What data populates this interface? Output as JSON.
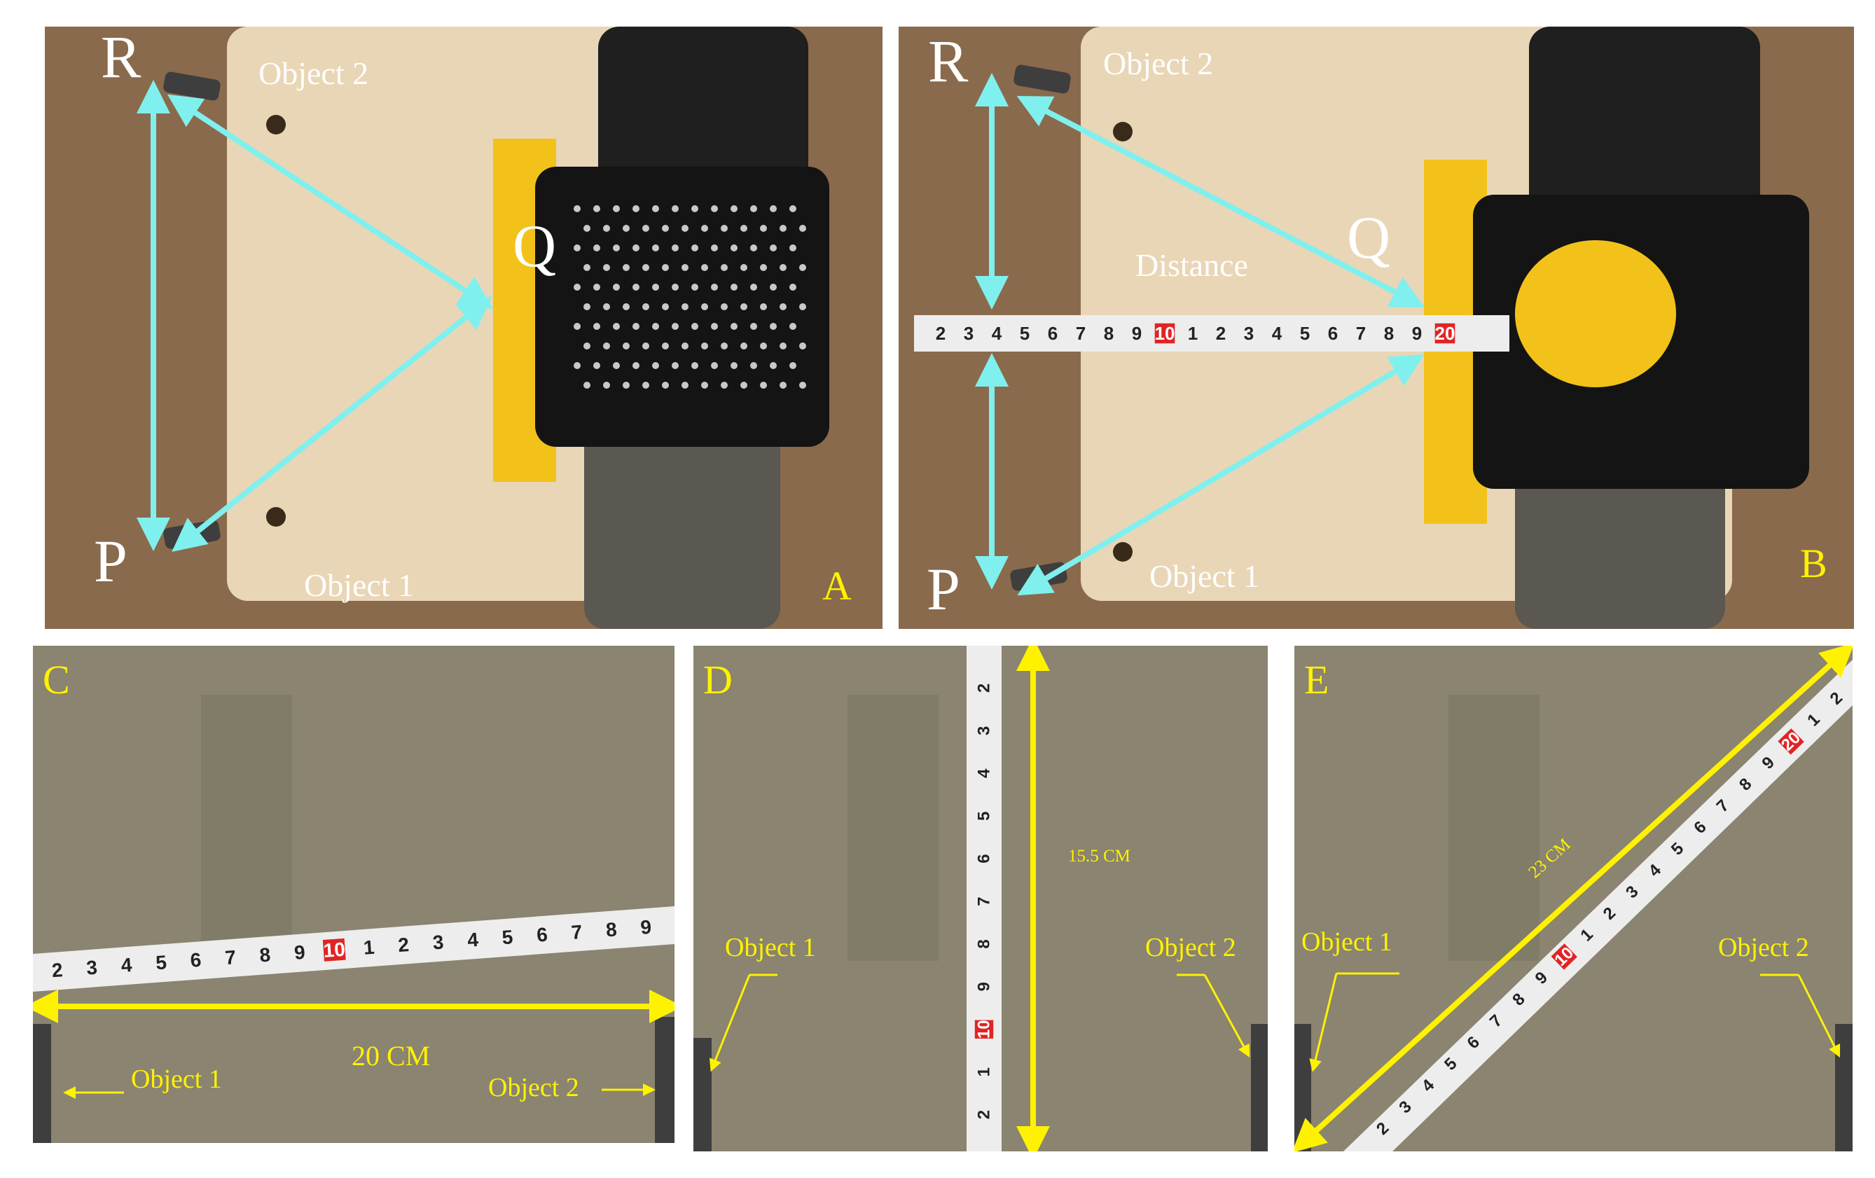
{
  "panels": {
    "A": {
      "letter": "A",
      "points": {
        "R": "R",
        "Q": "Q",
        "P": "P"
      },
      "objects": {
        "object2": "Object 2",
        "object1": "Object 1"
      }
    },
    "B": {
      "letter": "B",
      "points": {
        "R": "R",
        "Q": "Q",
        "P": "P"
      },
      "objects": {
        "object2": "Object 2",
        "object1": "Object 1"
      },
      "distance_label": "Distance",
      "tape_ticks": [
        "2",
        "3",
        "4",
        "5",
        "6",
        "7",
        "8",
        "9",
        "10",
        "1",
        "2",
        "3",
        "4",
        "5",
        "6",
        "7",
        "8",
        "9",
        "20"
      ]
    },
    "C": {
      "letter": "C",
      "measurement": "20 CM",
      "objects": {
        "object1": "Object 1",
        "object2": "Object 2"
      },
      "tape_ticks": [
        "2",
        "3",
        "4",
        "5",
        "6",
        "7",
        "8",
        "9",
        "10",
        "1",
        "2",
        "3",
        "4",
        "5",
        "6",
        "7",
        "8",
        "9"
      ]
    },
    "D": {
      "letter": "D",
      "measurement": "15.5 CM",
      "objects": {
        "object1": "Object 1",
        "object2": "Object 2"
      },
      "tape_ticks": [
        "2",
        "1",
        "10",
        "9",
        "8",
        "7",
        "6",
        "5",
        "4",
        "3",
        "2"
      ]
    },
    "E": {
      "letter": "E",
      "measurement": "23 CM",
      "objects": {
        "object1": "Object 1",
        "object2": "Object 2"
      },
      "tape_ticks": [
        "2",
        "3",
        "4",
        "5",
        "6",
        "7",
        "8",
        "9",
        "10",
        "1",
        "2",
        "3",
        "4",
        "5",
        "6",
        "7",
        "8",
        "9",
        "20",
        "1",
        "2"
      ]
    }
  },
  "colors": {
    "cyan_arrow": "#7ff0ee",
    "yellow_arrow": "#fff200",
    "wood": "#e9d6b6",
    "brown_board": "#8a6a4c",
    "cardboard": "#8a8470",
    "bracket": "#f2c21a",
    "device": "#141414",
    "tape_red": "#e02424"
  }
}
